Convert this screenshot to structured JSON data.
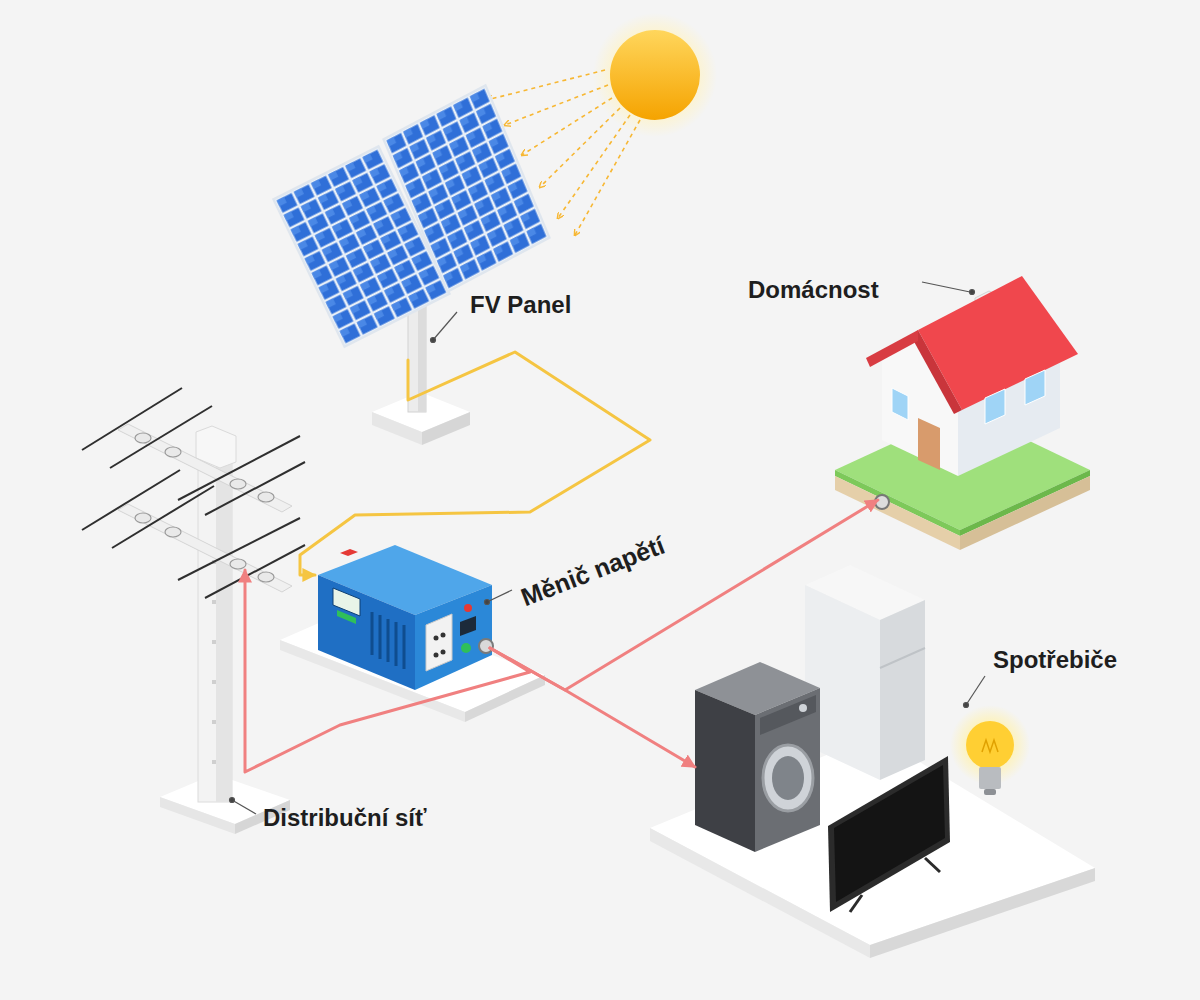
{
  "diagram": {
    "nodes": [
      {
        "text": [
          "FV Panel"
        ]
      },
      {
        "text": [
          "Domácnost"
        ]
      },
      {
        "text": [
          "Měnič napětí"
        ]
      },
      {
        "text": [
          "Spotřebiče"
        ]
      },
      {
        "text": [
          "Distribuční síť"
        ]
      }
    ],
    "edges": [
      {
        "from": 0,
        "to": 2,
        "arrow": "to"
      },
      {
        "from": 2,
        "to": 4,
        "arrow": "to"
      },
      {
        "from": 2,
        "to": 1,
        "arrow": "to"
      },
      {
        "from": 2,
        "to": 3,
        "arrow": "to"
      }
    ]
  }
}
